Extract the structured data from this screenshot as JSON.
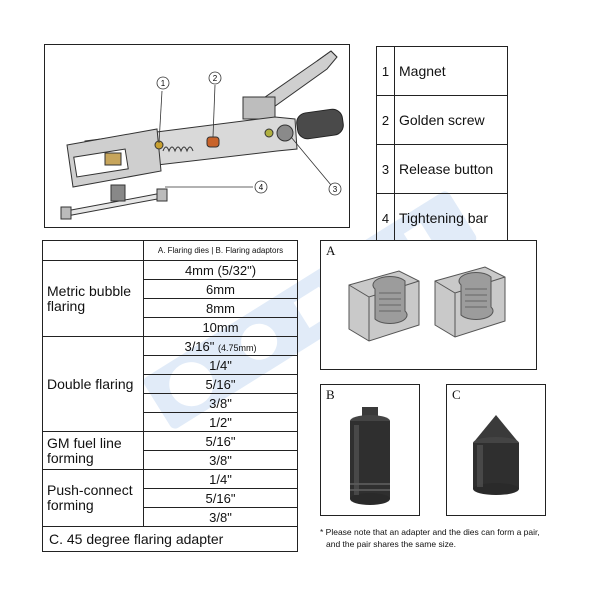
{
  "diagram": {
    "callouts": [
      "1",
      "2",
      "3",
      "4"
    ]
  },
  "legend": [
    {
      "num": "1",
      "label": "Magnet"
    },
    {
      "num": "2",
      "label": "Golden screw"
    },
    {
      "num": "3",
      "label": "Release button"
    },
    {
      "num": "4",
      "label": "Tightening bar"
    }
  ],
  "table": {
    "header_a": "A. Flaring dies",
    "header_b": "B. Flaring adaptors",
    "groups": [
      {
        "name": "Metric bubble flaring",
        "sizes": [
          "4mm (5/32\")",
          "6mm",
          "8mm",
          "10mm"
        ]
      },
      {
        "name": "Double flaring",
        "sizes": [
          "3/16\"",
          "1/4\"",
          "5/16\"",
          "3/8\"",
          "1/2\""
        ],
        "first_note": "(4.75mm)"
      },
      {
        "name": "GM fuel line forming",
        "sizes": [
          "5/16\"",
          "3/8\""
        ]
      },
      {
        "name": "Push-connect forming",
        "sizes": [
          "1/4\"",
          "5/16\"",
          "3/8\""
        ]
      }
    ],
    "footer": "C. 45 degree flaring adapter"
  },
  "panels": {
    "a": "A",
    "b": "B",
    "c": "C"
  },
  "note": {
    "line1": "* Please note that an adapter and the dies can form a pair,",
    "line2": "and the pair shares the same size."
  }
}
